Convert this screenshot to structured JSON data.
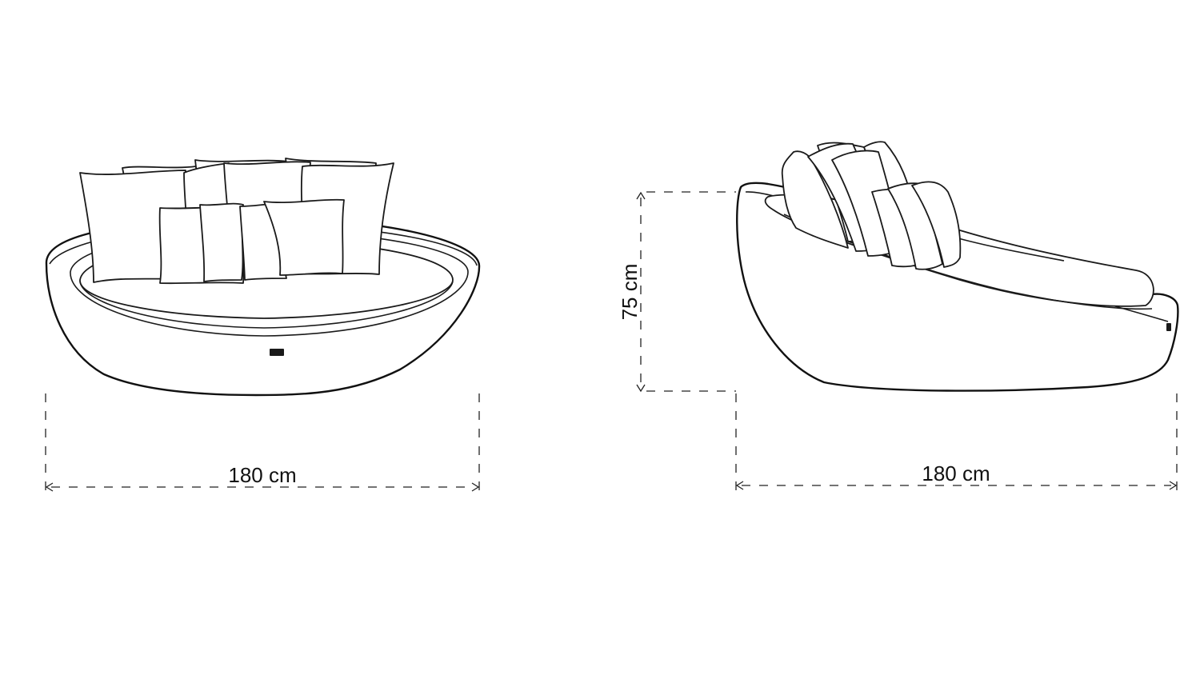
{
  "dimensions": {
    "front_width": "180 cm",
    "side_height": "75 cm",
    "side_depth": "180 cm"
  },
  "views": [
    "front-view",
    "side-view"
  ],
  "colors": {
    "line": "#1a1a1a",
    "background": "#ffffff"
  }
}
